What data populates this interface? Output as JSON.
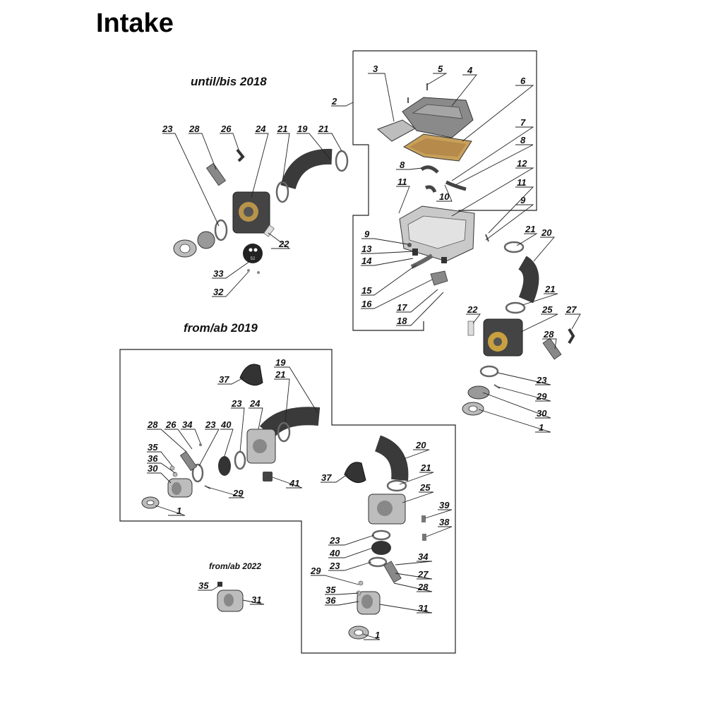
{
  "title": "Intake",
  "sections": {
    "until_2018": "until/bis 2018",
    "from_2019": "from/ab 2019",
    "from_2022": "from/ab 2022"
  },
  "callouts": {
    "c1": "1",
    "c2": "2",
    "c3": "3",
    "c4": "4",
    "c5": "5",
    "c6": "6",
    "c7": "7",
    "c8": "8",
    "c9": "9",
    "c10": "10",
    "c11": "11",
    "c12": "12",
    "c13": "13",
    "c14": "14",
    "c15": "15",
    "c16": "16",
    "c17": "17",
    "c18": "18",
    "c19": "19",
    "c20": "20",
    "c21": "21",
    "c22": "22",
    "c23": "23",
    "c24": "24",
    "c25": "25",
    "c26": "26",
    "c27": "27",
    "c28": "28",
    "c29": "29",
    "c30": "30",
    "c31": "31",
    "c32": "32",
    "c33": "33",
    "c34": "34",
    "c35": "35",
    "c36": "36",
    "c37": "37",
    "c38": "38",
    "c39": "39",
    "c40": "40",
    "c41": "41"
  },
  "throttle_plate_marking": "52",
  "colors": {
    "outline": "#222222",
    "part_gray": "#8a8a8a",
    "part_dark": "#3a3a3a",
    "brass": "#c9a040"
  }
}
